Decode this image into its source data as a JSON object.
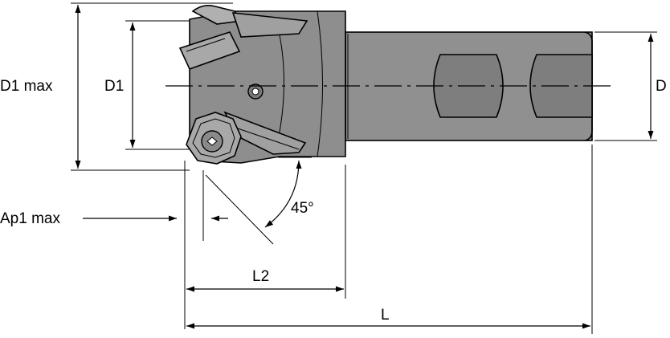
{
  "labels": {
    "d1_max": "D1 max",
    "d1": "D1",
    "d": "D",
    "ap1_max": "Ap1 max",
    "angle": "45°",
    "l2": "L2",
    "l": "L"
  },
  "colors": {
    "body": "#909090",
    "body_dark": "#6b6b6b",
    "insert": "#a8a8a8",
    "flat": "#808080",
    "line": "#000000"
  }
}
